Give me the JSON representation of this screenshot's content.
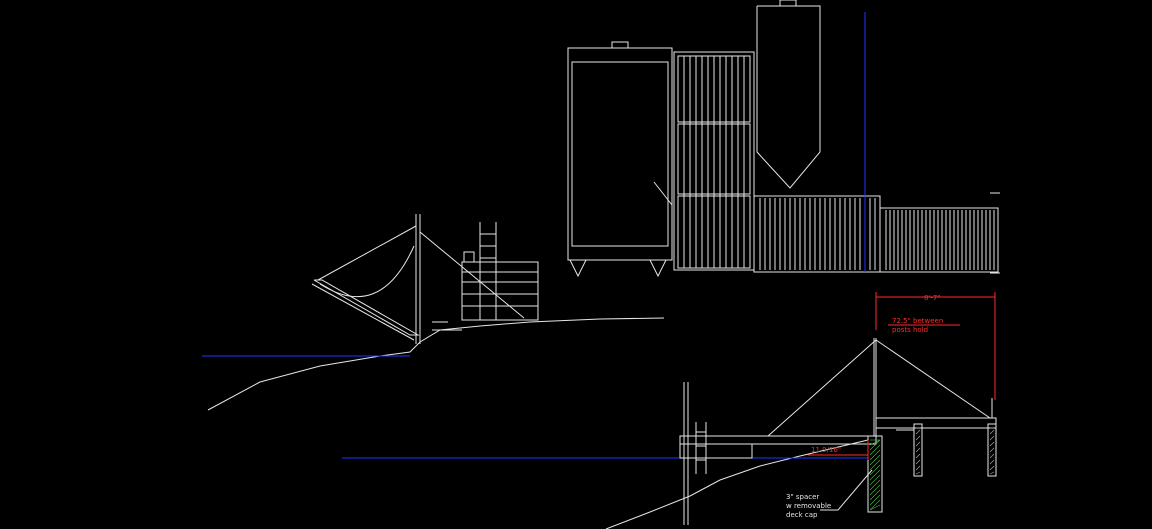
{
  "colors": {
    "background": "#000000",
    "linework": "#e6e6e6",
    "waterline": "#2233ff",
    "dimension": "#ff2a2a",
    "hatch": "#3bbf3b"
  },
  "annotations": {
    "overall_span": "8'-7\"",
    "posts_note_line1": "72.5\" between",
    "posts_note_line2": "posts hold",
    "spacer_height": "11 9/16\"",
    "spacer_note_line1": "3\" spacer",
    "spacer_note_line2": "w removable",
    "spacer_note_line3": "deck cap"
  }
}
